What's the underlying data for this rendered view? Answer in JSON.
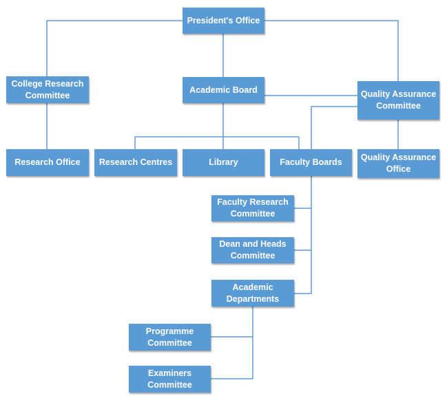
{
  "org": {
    "president": "President's Office",
    "college_research_committee": "College Research Committee",
    "academic_board": "Academic Board",
    "quality_assurance_committee": "Quality Assurance Committee",
    "research_office": "Research Office",
    "research_centres": "Research Centres",
    "library": "Library",
    "faculty_boards": "Faculty Boards",
    "quality_assurance_office": "Quality Assurance Office",
    "faculty_research_committee": "Faculty Research Committee",
    "dean_and_heads_committee": "Dean and Heads Committee",
    "academic_departments": "Academic Departments",
    "programme_committee": "Programme Committee",
    "examiners_committee": "Examiners Committee"
  },
  "colors": {
    "box_fill": "#5b9bd5",
    "line": "#5b9bd5",
    "text": "#ffffff"
  }
}
